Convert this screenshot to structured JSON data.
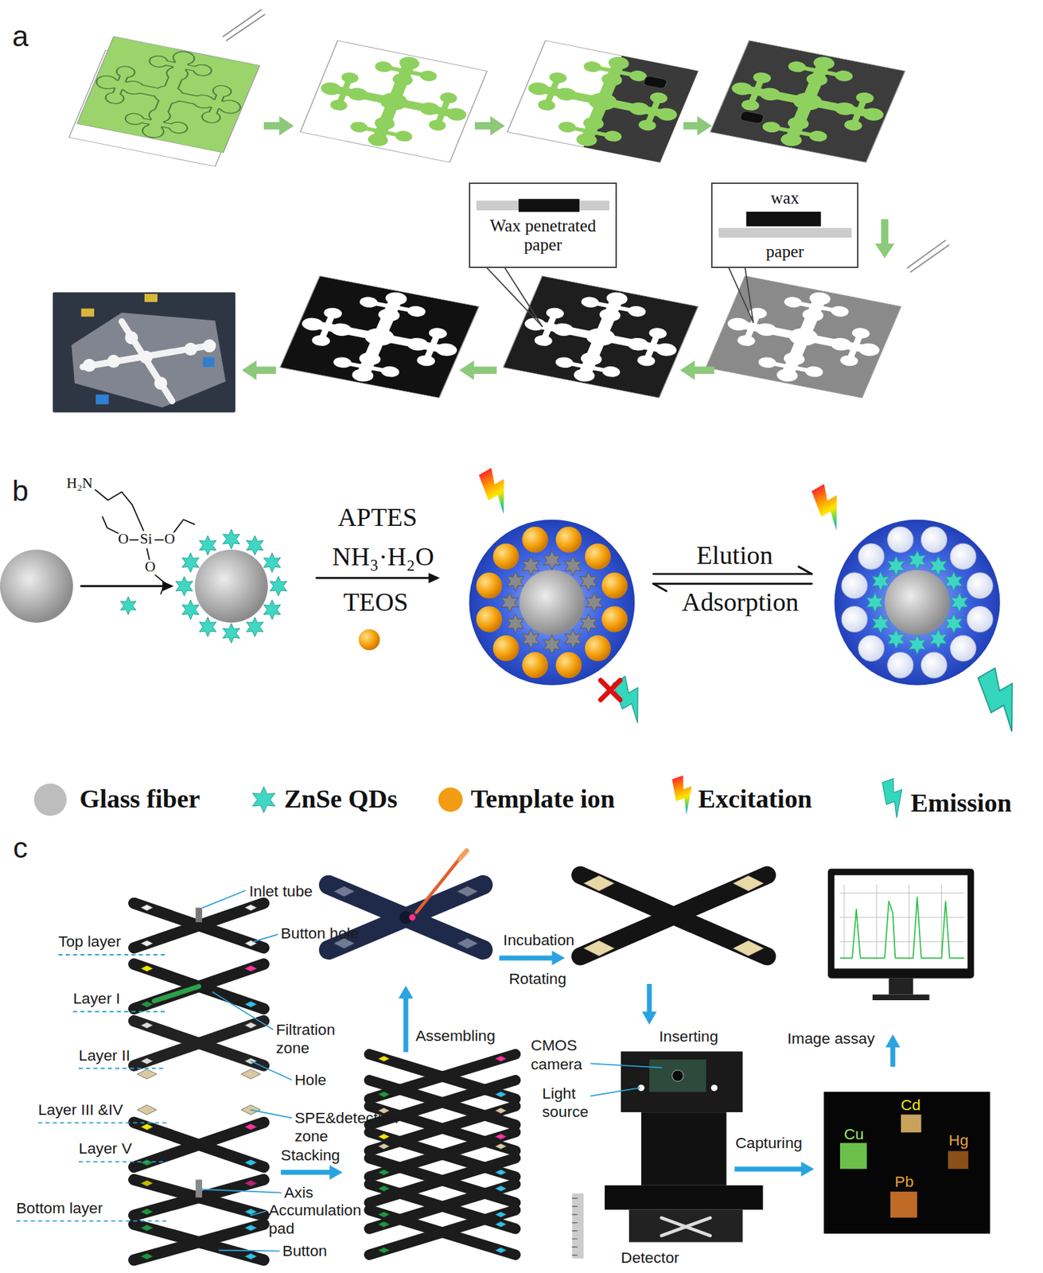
{
  "diagram": {
    "nodes": [
      {
        "text": [
          "Wax penetrated paper"
        ]
      },
      {
        "text": [
          "wax",
          "paper"
        ]
      },
      {
        "text": [
          "Cd",
          "Cu",
          "Hg",
          "Pb"
        ]
      }
    ],
    "labels": [
      "a",
      "b",
      "H₂N",
      "O",
      "Si",
      "O",
      "O",
      "APTES",
      "NH₃·H₂O",
      "TEOS",
      "Elution",
      "Adsorption",
      "c",
      "Inlet tube",
      "Top layer",
      "Button hole",
      "Layer I",
      "Filtration zone",
      "Layer II",
      "Hole",
      "Layer III &IV",
      "SPE&detection zone",
      "Layer V",
      "Stacking",
      "Bottom layer",
      "Axis",
      "Accumulation pad",
      "Button",
      "Assembling",
      "Incubation",
      "Rotating",
      "Inserting",
      "CMOS camera",
      "Light source",
      "Detector",
      "Image assay",
      "Capturing"
    ],
    "legend": [
      {
        "text": "Glass fiber",
        "color": "#bdbdbd"
      },
      {
        "text": "ZnSe QDs"
      },
      {
        "text": "Template ion",
        "color": "#f39c12"
      },
      {
        "text": "Excitation"
      },
      {
        "text": "Emission"
      }
    ]
  }
}
